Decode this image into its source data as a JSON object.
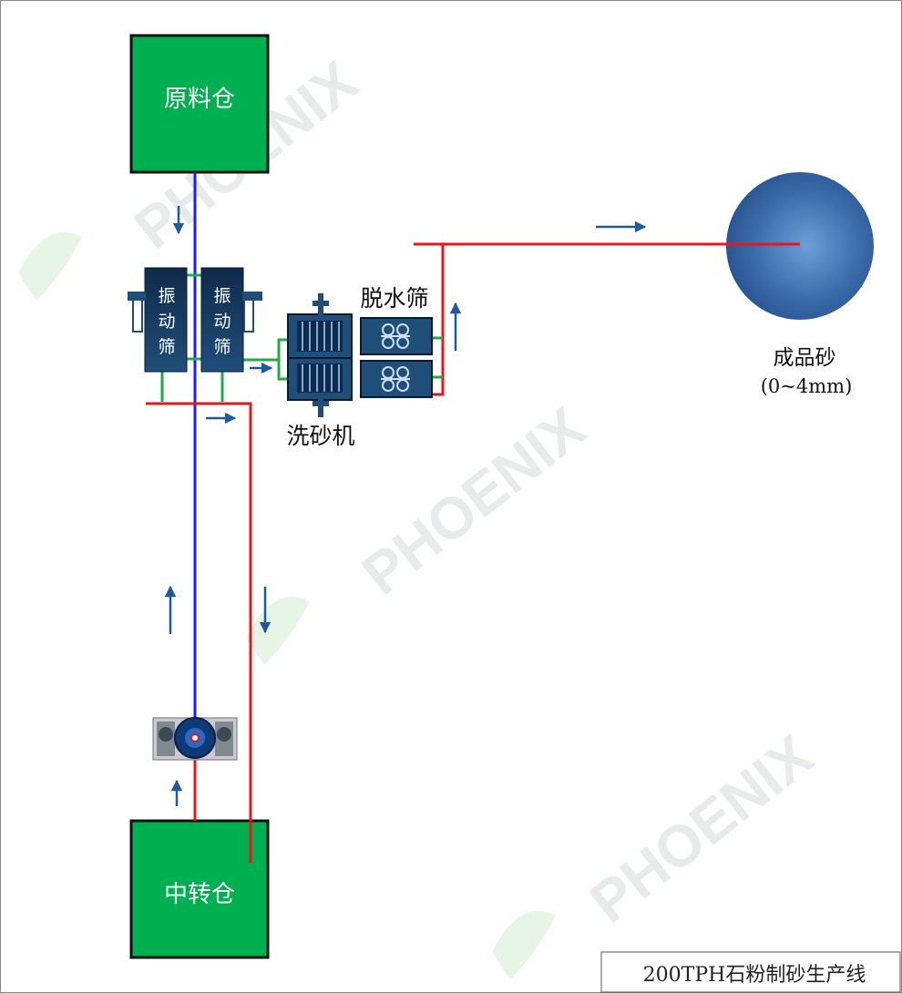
{
  "title": "200TPH石粉制砂生产线",
  "nodes": {
    "raw_bin": "原料仓",
    "transfer_bin": "中转仓",
    "vibrating_screen_1": "振\n动\n筛",
    "vibrating_screen_2": "振\n动\n筛",
    "dewatering_screen": "脱水筛",
    "sand_washer": "洗砂机",
    "product_sand": "成品砂",
    "product_sand_size": "(0~4mm)"
  },
  "watermark": "PHOENIX",
  "colors": {
    "bin_fill": "#00b050",
    "coarse_line": "#1a1aff",
    "fine_line": "#e8161b",
    "water_line": "#22aa44",
    "equipment": "#1f4e79",
    "arrow": "#1f5a9e"
  }
}
